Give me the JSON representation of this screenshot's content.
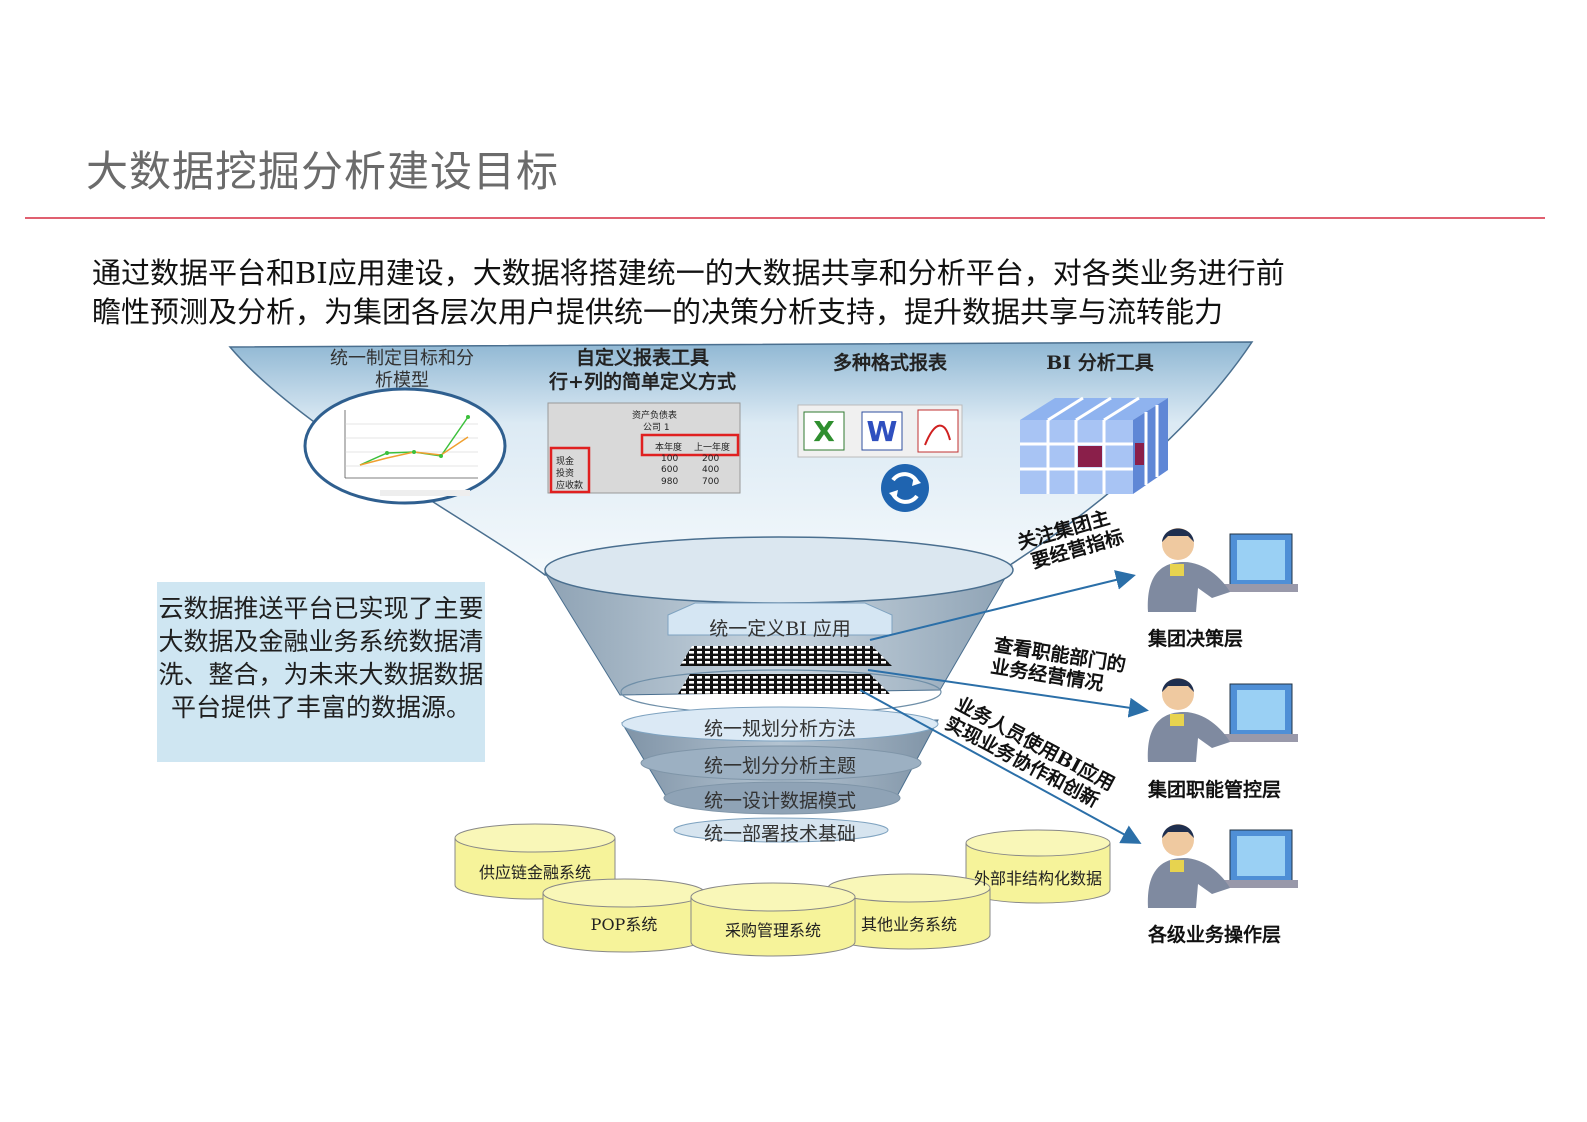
{
  "title": "大数据挖掘分析建设目标",
  "intro": {
    "line1": "通过数据平台和BI应用建设，大数据将搭建统一的大数据共享和分析平台，对各类业务进行前",
    "line2": "瞻性预测及分析，为集团各层次用户提供统一的决策分析支持，提升数据共享与流转能力"
  },
  "top_panels": {
    "model": {
      "line1": "统一制定目标和分",
      "line2": "析模型"
    },
    "report": {
      "line1": "自定义报表工具",
      "line2": "行+列的简单定义方式"
    },
    "formats": {
      "label": "多种格式报表"
    },
    "bi": {
      "label": "BI 分析工具"
    }
  },
  "mini_report": {
    "title": "资产负债表",
    "company": "公司 1",
    "col1": "本年度",
    "col2": "上一年度",
    "rows": [
      {
        "label": "现金",
        "v1": "100",
        "v2": "200"
      },
      {
        "label": "投资",
        "v1": "600",
        "v2": "400"
      },
      {
        "label": "应收款",
        "v1": "980",
        "v2": "700"
      }
    ]
  },
  "note": "云数据推送平台已实现了主要大数据及金融业务系统数据清洗、整合，为未来大数据数据平台提供了丰富的数据源。",
  "funnel_layers": {
    "bi_app": "统一定义BI 应用",
    "method": "统一规划分析方法",
    "topic": "统一划分分析主题",
    "model": "统一设计数据模式",
    "deploy": "统一部署技术基础"
  },
  "sources": {
    "supply": "供应链金融系统",
    "pop": "POP系统",
    "purchase": "采购管理系统",
    "other": "其他业务系统",
    "external": "外部非结构化数据"
  },
  "arrows": {
    "a1_l1": "关注集团主",
    "a1_l2": "要经营指标",
    "a2_l1": "查看职能部门的",
    "a2_l2": "业务经营情况",
    "a3_l1": "业务人员使用BI应用",
    "a3_l2": "实现业务协作和创新"
  },
  "roles": {
    "decision": "集团决策层",
    "function": "集团职能管控层",
    "operation": "各级业务操作层"
  },
  "colors": {
    "accent_rule": "#e06070",
    "note_bg": "#cfe6f2",
    "funnel_top": "#cfe3f0",
    "db_fill": "#f6f39a",
    "arrow": "#2b6fa8"
  }
}
